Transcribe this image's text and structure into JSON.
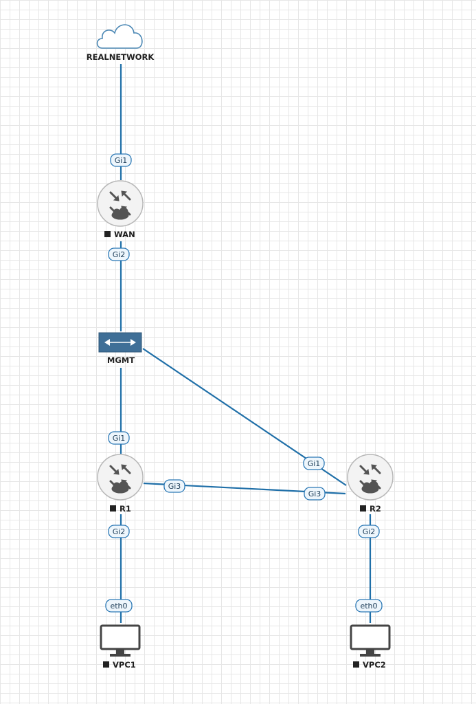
{
  "nodes": {
    "realnetwork": {
      "label": "REALNETWORK",
      "icon": "cloud-icon"
    },
    "wan": {
      "label": "WAN",
      "icon": "router-icon"
    },
    "mgmt": {
      "label": "MGMT",
      "icon": "switch-icon"
    },
    "r1": {
      "label": "R1",
      "icon": "router-icon"
    },
    "r2": {
      "label": "R2",
      "icon": "router-icon"
    },
    "vpc1": {
      "label": "VPC1",
      "icon": "monitor-icon"
    },
    "vpc2": {
      "label": "VPC2",
      "icon": "monitor-icon"
    }
  },
  "links": [
    {
      "from": "REALNETWORK",
      "to": "WAN",
      "to_port": "Gi1"
    },
    {
      "from": "WAN",
      "to": "MGMT",
      "from_port": "Gi2"
    },
    {
      "from": "MGMT",
      "to": "R1",
      "to_port": "Gi1"
    },
    {
      "from": "MGMT",
      "to": "R2",
      "to_port": "Gi1"
    },
    {
      "from": "R1",
      "to": "R2",
      "from_port": "Gi3",
      "to_port": "Gi3"
    },
    {
      "from": "R1",
      "to": "VPC1",
      "from_port": "Gi2",
      "to_port": "eth0"
    },
    {
      "from": "R2",
      "to": "VPC2",
      "from_port": "Gi2",
      "to_port": "eth0"
    }
  ],
  "colors": {
    "link": "#1f6fa8",
    "port_border": "#2b78b5",
    "switch": "#3f6f97",
    "router_glyph": "#545454"
  }
}
